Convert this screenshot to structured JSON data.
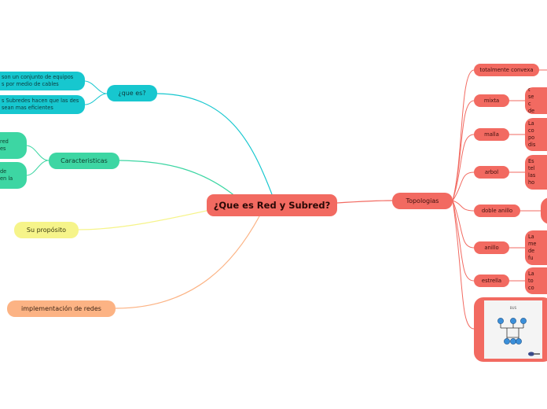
{
  "root": {
    "title": "¿Que es Red y Subred?"
  },
  "left": {
    "que_es": {
      "label": "¿que es?",
      "leaves": [
        "son un conjunto de equipos s por medio de cables",
        "s Subredes hacen que las des sean mas eficientes"
      ]
    },
    "caracteristicas": {
      "label": "Caracteristicas",
      "leaves": [
        "red es",
        "de en la"
      ]
    },
    "proposito": {
      "label": "Su propósito"
    },
    "implementacion": {
      "label": "implementación de redes"
    }
  },
  "right": {
    "topologias": {
      "label": "Topologias",
      "items": [
        {
          "label": "totalmente convexa",
          "fragment": ""
        },
        {
          "label": "mixta",
          "fragment": "La t se c de e"
        },
        {
          "label": "malla",
          "fragment": "La co po dis"
        },
        {
          "label": "arbol",
          "fragment": "Es tel las ho"
        },
        {
          "label": "doble anillo",
          "fragment": ""
        },
        {
          "label": "anillo",
          "fragment": "La me de fu"
        },
        {
          "label": "estrella",
          "fragment": "La to co"
        }
      ],
      "image_caption": "BUS"
    }
  },
  "colors": {
    "cyan": "#17c7cf",
    "green": "#3dd6a3",
    "yellow": "#f6f48a",
    "orange": "#fcb384",
    "red": "#f26a61",
    "bus_node": "#3b8fd9"
  }
}
